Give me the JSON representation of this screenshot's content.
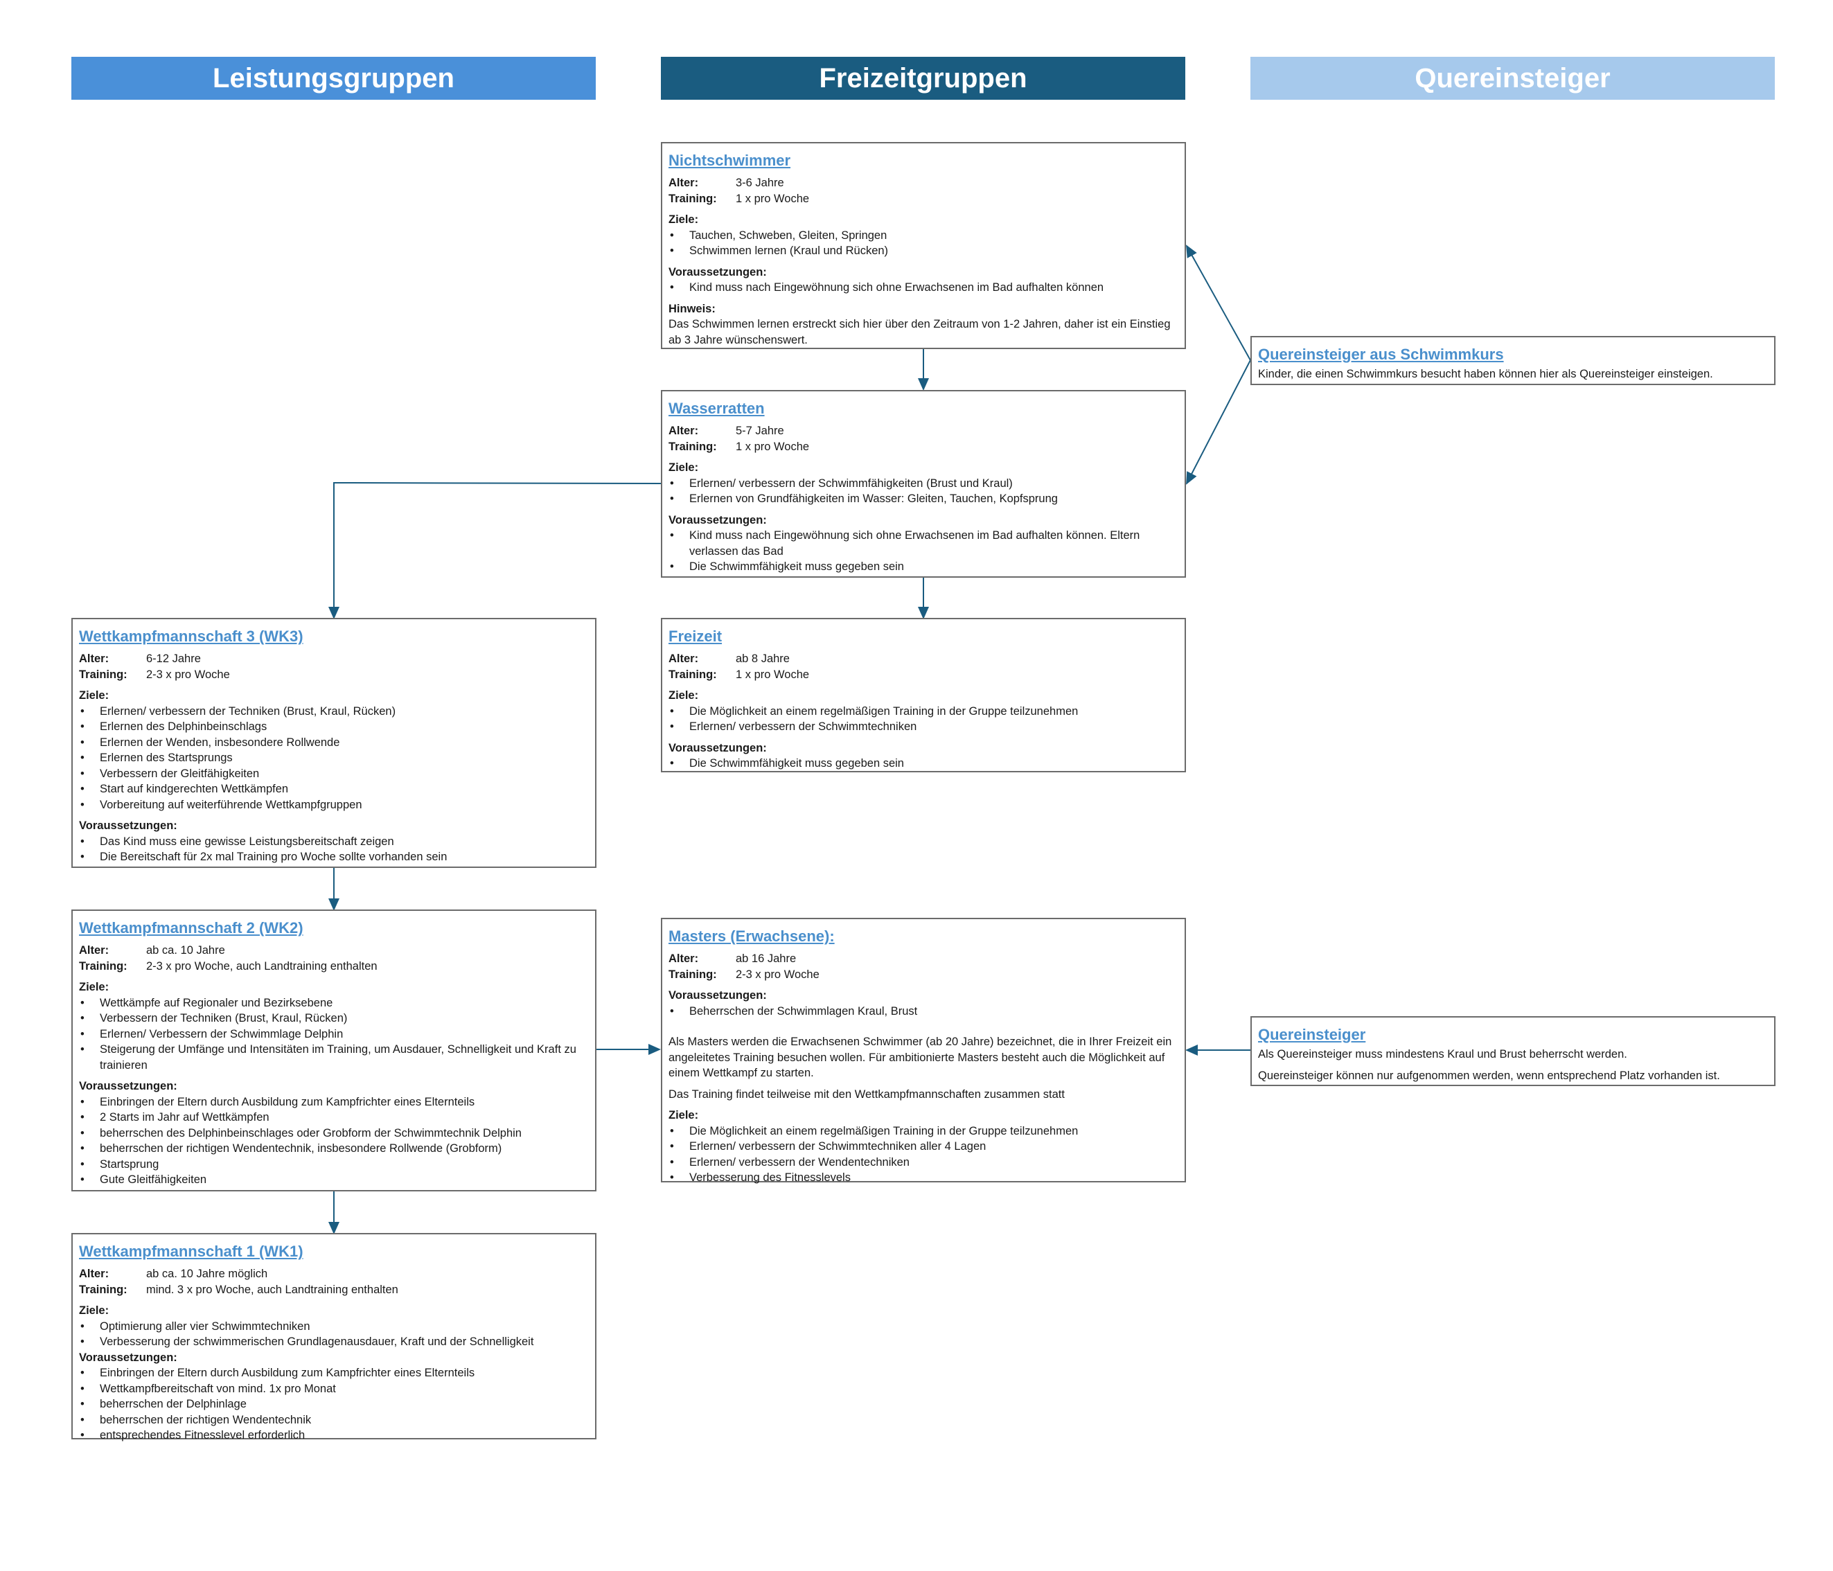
{
  "columns": {
    "leistung": {
      "title": "Leistungsgruppen",
      "color": "#4a90d9"
    },
    "freizeit": {
      "title": "Freizeitgruppen",
      "color": "#1a5c80"
    },
    "quer": {
      "title": "Quereinsteiger",
      "color": "#a6c9ec"
    }
  },
  "nichtschwimmer": {
    "title": "Nichtschwimmer",
    "alter_label": "Alter:",
    "alter": "3-6 Jahre",
    "training_label": "Training:",
    "training": "1 x pro Woche",
    "ziele_label": "Ziele:",
    "ziele": [
      "Tauchen, Schweben, Gleiten, Springen",
      "Schwimmen lernen (Kraul und Rücken)"
    ],
    "voraus_label": "Voraussetzungen:",
    "voraus": [
      "Kind muss nach Eingewöhnung sich ohne Erwachsenen im Bad aufhalten können"
    ],
    "hinweis_label": "Hinweis:",
    "hinweis": "Das Schwimmen lernen erstreckt sich hier über den Zeitraum von 1-2 Jahren, daher ist ein Einstieg ab 3 Jahre wünschenswert."
  },
  "wasserratten": {
    "title": "Wasserratten",
    "alter_label": "Alter:",
    "alter": "5-7 Jahre",
    "training_label": "Training:",
    "training": "1 x pro Woche",
    "ziele_label": "Ziele:",
    "ziele": [
      "Erlernen/ verbessern der Schwimmfähigkeiten (Brust und Kraul)",
      "Erlernen von Grundfähigkeiten im Wasser: Gleiten, Tauchen, Kopfsprung"
    ],
    "voraus_label": "Voraussetzungen:",
    "voraus": [
      "Kind muss nach Eingewöhnung sich ohne Erwachsenen im Bad aufhalten können. Eltern verlassen das Bad",
      "Die Schwimmfähigkeit muss gegeben sein"
    ]
  },
  "freizeit": {
    "title": "Freizeit",
    "alter_label": "Alter:",
    "alter": "ab 8 Jahre",
    "training_label": "Training:",
    "training": "1 x pro Woche",
    "ziele_label": "Ziele:",
    "ziele": [
      "Die Möglichkeit an einem regelmäßigen Training in der Gruppe teilzunehmen",
      "Erlernen/ verbessern der Schwimmtechniken"
    ],
    "voraus_label": "Voraussetzungen:",
    "voraus": [
      "Die Schwimmfähigkeit muss gegeben sein"
    ]
  },
  "masters": {
    "title": "Masters (Erwachsene):",
    "alter_label": "Alter:",
    "alter": "ab 16 Jahre",
    "training_label": "Training:",
    "training": "2-3 x pro Woche",
    "voraus_label": "Voraussetzungen:",
    "voraus": [
      "Beherrschen der Schwimmlagen Kraul, Brust"
    ],
    "text1": "Als Masters werden die Erwachsenen Schwimmer (ab 20 Jahre) bezeichnet, die in Ihrer Freizeit ein angeleitetes Training besuchen wollen. Für ambitionierte Masters besteht auch die Möglichkeit auf einem Wettkampf zu starten.",
    "text2": "Das Training findet teilweise mit den Wettkampfmannschaften zusammen statt",
    "ziele_label": "Ziele:",
    "ziele": [
      "Die Möglichkeit an einem regelmäßigen Training in der Gruppe teilzunehmen",
      "Erlernen/ verbessern der Schwimmtechniken aller 4 Lagen",
      "Erlernen/ verbessern der Wendentechniken",
      "Verbesserung des Fitnesslevels"
    ]
  },
  "wk3": {
    "title": "Wettkampfmannschaft 3 (WK3)",
    "alter_label": "Alter:",
    "alter": "6-12 Jahre",
    "training_label": "Training:",
    "training": "2-3 x pro Woche",
    "ziele_label": "Ziele:",
    "ziele": [
      "Erlernen/ verbessern der Techniken (Brust, Kraul, Rücken)",
      "Erlernen des Delphinbeinschlags",
      "Erlernen der Wenden, insbesondere Rollwende",
      "Erlernen des Startsprungs",
      "Verbessern der Gleitfähigkeiten",
      "Start auf kindgerechten Wettkämpfen",
      "Vorbereitung auf weiterführende Wettkampfgruppen"
    ],
    "voraus_label": "Voraussetzungen:",
    "voraus": [
      "Das Kind muss eine gewisse Leistungsbereitschaft zeigen",
      "Die Bereitschaft für 2x mal Training pro Woche sollte vorhanden sein"
    ]
  },
  "wk2": {
    "title": "Wettkampfmannschaft 2 (WK2)",
    "alter_label": "Alter:",
    "alter": "ab ca. 10 Jahre",
    "training_label": "Training:",
    "training": "2-3 x pro Woche, auch Landtraining enthalten",
    "ziele_label": "Ziele:",
    "ziele": [
      "Wettkämpfe auf Regionaler und Bezirksebene",
      "Verbessern der Techniken (Brust, Kraul, Rücken)",
      "Erlernen/ Verbessern der Schwimmlage Delphin",
      "Steigerung der Umfänge und Intensitäten im Training, um Ausdauer, Schnelligkeit und Kraft zu trainieren"
    ],
    "voraus_label": "Voraussetzungen:",
    "voraus": [
      "Einbringen der Eltern durch Ausbildung zum Kampfrichter eines Elternteils",
      "2 Starts im Jahr auf Wettkämpfen",
      "beherrschen des Delphinbeinschlages oder Grobform der Schwimmtechnik Delphin",
      "beherrschen der richtigen Wendentechnik, insbesondere Rollwende (Grobform)",
      "Startsprung",
      "Gute Gleitfähigkeiten"
    ]
  },
  "wk1": {
    "title": "Wettkampfmannschaft 1 (WK1)",
    "alter_label": "Alter:",
    "alter": "ab ca. 10 Jahre möglich",
    "training_label": "Training:",
    "training": "mind. 3 x pro Woche, auch Landtraining enthalten",
    "ziele_label": "Ziele:",
    "ziele": [
      "Optimierung aller vier Schwimmtechniken",
      "Verbesserung der schwimmerischen Grundlagenausdauer, Kraft und der Schnelligkeit"
    ],
    "voraus_label": "Voraussetzungen:",
    "voraus": [
      "Einbringen der Eltern durch Ausbildung zum Kampfrichter eines Elternteils",
      "Wettkampfbereitschaft von mind. 1x pro Monat",
      "beherrschen der Delphinlage",
      "beherrschen der richtigen Wendentechnik",
      "entsprechendes Fitnesslevel erforderlich"
    ]
  },
  "quer_schwimmkurs": {
    "title": "Quereinsteiger aus Schwimmkurs",
    "text": "Kinder, die einen Schwimmkurs besucht haben können hier als Quereinsteiger einsteigen."
  },
  "quer": {
    "title": "Quereinsteiger",
    "text1": "Als Quereinsteiger muss mindestens Kraul und Brust beherrscht werden.",
    "text2": "Quereinsteiger können nur aufgenommen werden, wenn entsprechend Platz vorhanden ist."
  },
  "connector_color": "#1a5c80"
}
